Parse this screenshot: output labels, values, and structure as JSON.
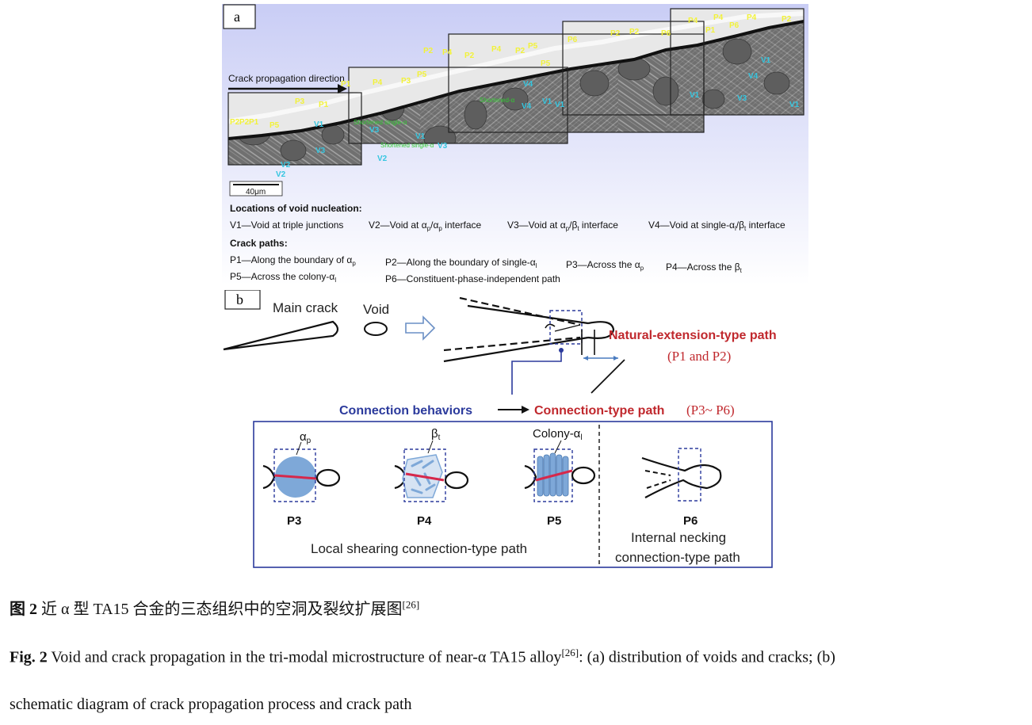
{
  "panel_a": {
    "label": "a",
    "direction_label": "Crack propagation direction",
    "scale_bar": "40μm",
    "p_labels": [
      "P2",
      "P2",
      "P1",
      "P5",
      "P3",
      "P1",
      "P1",
      "P4",
      "P3",
      "P5",
      "P2",
      "P4",
      "P2",
      "P4",
      "P2",
      "P5",
      "P5",
      "P6",
      "P2",
      "P2",
      "P6",
      "P4",
      "P1",
      "P4",
      "P6",
      "P4",
      "P2"
    ],
    "v_labels": [
      "V1",
      "V2",
      "V2",
      "V3",
      "V2",
      "V3",
      "V1",
      "V3",
      "V1",
      "V4",
      "V4",
      "V1",
      "V1",
      "V4",
      "V1",
      "V3",
      "V1"
    ],
    "annotations": [
      "Shortened single-α",
      "Shortened single-α",
      "Shortened-α"
    ],
    "void_heading": "Locations of void nucleation:",
    "void_items": [
      {
        "code": "V1",
        "text": "—Void at triple junctions"
      },
      {
        "code": "V2",
        "text": "—Void at α",
        "sub1": "p",
        "mid": "/α",
        "sub2": "p",
        "tail": " interface"
      },
      {
        "code": "V3",
        "text": "—Void at α",
        "sub1": "p",
        "mid": "/β",
        "sub2": "t",
        "tail": " interface"
      },
      {
        "code": "V4",
        "text": "—Void at single-α",
        "sub1": "l",
        "mid": "/β",
        "sub2": "t",
        "tail": " interface"
      }
    ],
    "path_heading": "Crack paths:",
    "path_items": [
      {
        "code": "P1",
        "text": "—Along the boundary of α",
        "sub": "p"
      },
      {
        "code": "P2",
        "text": "—Along the boundary of single-α",
        "sub": "l"
      },
      {
        "code": "P3",
        "text": "—Across the α",
        "sub": "p"
      },
      {
        "code": "P4",
        "text": "—Across the β",
        "sub": "t"
      },
      {
        "code": "P5",
        "text": "—Across the colony-α",
        "sub": "l"
      },
      {
        "code": "P6",
        "text": "—Constituent-phase-independent path",
        "sub": ""
      }
    ]
  },
  "panel_b": {
    "label": "b",
    "main_crack": "Main crack",
    "void": "Void",
    "natural_title": "Natural-extension-type path",
    "natural_sub": "(P1 and P2)",
    "connection_behaviors": "Connection behaviors",
    "connection_path": "Connection-type path",
    "connection_range": "(P3~ P6)",
    "alpha_p": "α",
    "alpha_p_sub": "p",
    "beta_t": "β",
    "beta_t_sub": "t",
    "colony": "Colony-α",
    "colony_sub": "l",
    "p3": "P3",
    "p4": "P4",
    "p5": "P5",
    "p6": "P6",
    "local_shearing": "Local shearing connection-type path",
    "necking_1": "Internal necking",
    "necking_2": "connection-type path"
  },
  "caption": {
    "zh_label": "图 2",
    "zh_text": " 近 α 型 TA15 合金的三态组织中的空洞及裂纹扩展图",
    "zh_ref": "[26]",
    "en_label": "Fig. 2",
    "en_text_1": " Void and crack propagation in the tri-modal microstructure of near-α TA15 alloy",
    "en_ref": "[26]",
    "en_text_2": ": (a) distribution of voids and cracks; (b)",
    "en_text_3": "schematic diagram of crack propagation process and crack path"
  },
  "colors": {
    "p_label": "#f2f23a",
    "v_label": "#35c6e0",
    "green_label": "#33cc33",
    "red": "#c0282d",
    "blue": "#2b3a9c",
    "sphere": "#7ea8d8"
  }
}
